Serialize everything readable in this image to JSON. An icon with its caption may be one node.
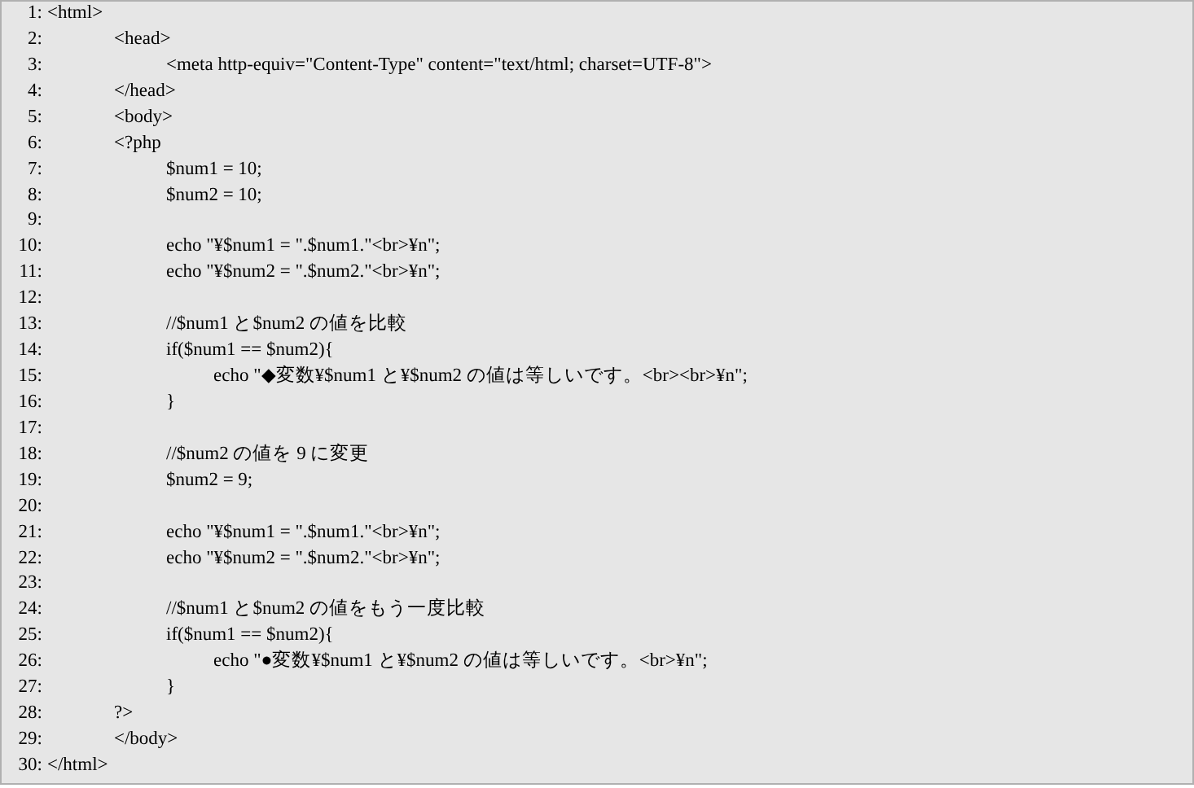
{
  "diagram": {
    "labels": [
      "1:",
      "<html>",
      "2:",
      "<head>",
      "3:",
      "<meta http-equiv=\"Content-Type\" content=\"text/html; charset=UTF-8\">",
      "4:",
      "</head>",
      "5:",
      "<body>",
      "6:",
      "<?php",
      "7:",
      "$num1 = 10;",
      "8:",
      "$num2 = 10;",
      "9:",
      "10:",
      "echo \"¥$num1 = \".$num1.\"<br>¥n\";",
      "11:",
      "echo \"¥$num2 = \".$num2.\"<br>¥n\";",
      "12:",
      "13:",
      "//$num1 と$num2 の値を比較",
      "14:",
      "if($num1 == $num2){",
      "15:",
      "echo \"◆変数¥$num1 と¥$num2 の値は等しいです。<br><br>¥n\";",
      "16:",
      "}",
      "17:",
      "18:",
      "//$num2 の値を 9 に変更",
      "19:",
      "$num2 = 9;",
      "20:",
      "21:",
      "echo \"¥$num1 = \".$num1.\"<br>¥n\";",
      "22:",
      "echo \"¥$num2 = \".$num2.\"<br>¥n\";",
      "23:",
      "24:",
      "//$num1 と$num2 の値をもう一度比較",
      "25:",
      "if($num1 == $num2){",
      "26:",
      "echo \"●変数¥$num1 と¥$num2 の値は等しいです。<br>¥n\";",
      "27:",
      "}",
      "28:",
      "?>",
      "29:",
      "</body>",
      "30:",
      "</html>"
    ]
  }
}
